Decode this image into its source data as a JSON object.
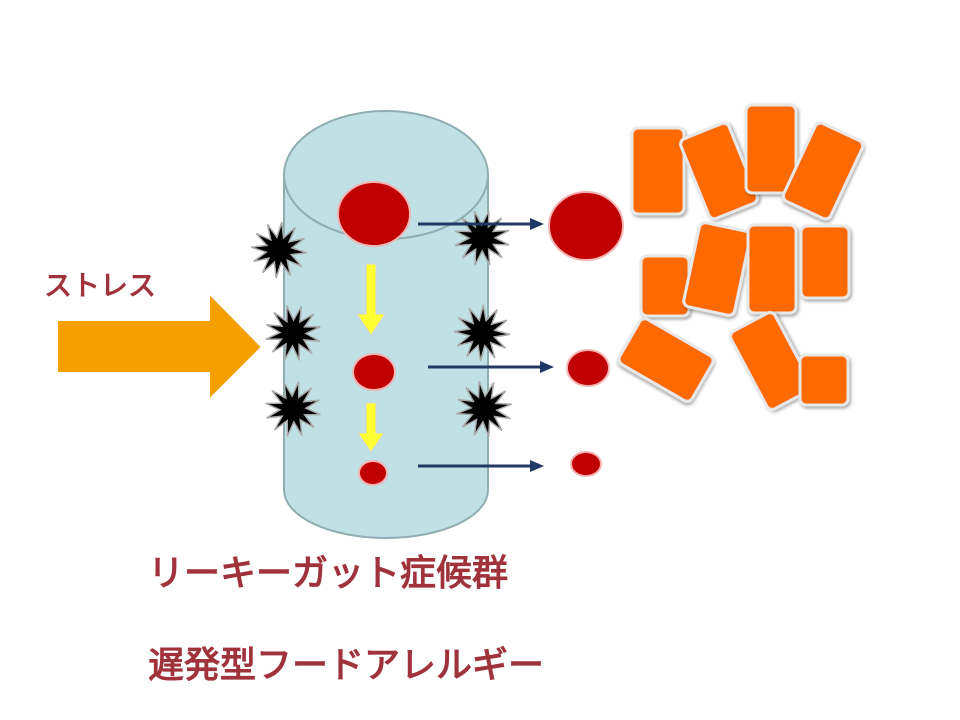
{
  "labels": {
    "stress": "ストレス",
    "leaky_gut": "リーキーガット症候群",
    "delayed_allergy": "遅発型フードアレルギー"
  },
  "colors": {
    "text": "#a0323c",
    "stress_arrow": "#f5a000",
    "cylinder_fill": "#bfe0e4",
    "cylinder_stroke": "#8faeb2",
    "particle": "#c00000",
    "particle_stroke": "#f4b4b4",
    "down_arrow": "#ffff33",
    "right_arrow": "#1f3864",
    "burst": "#000000",
    "block_fill": "#ff6a00",
    "block_stroke": "#e8e8e8"
  },
  "icons": {
    "burst": "explosion-icon",
    "block": "food-block"
  }
}
